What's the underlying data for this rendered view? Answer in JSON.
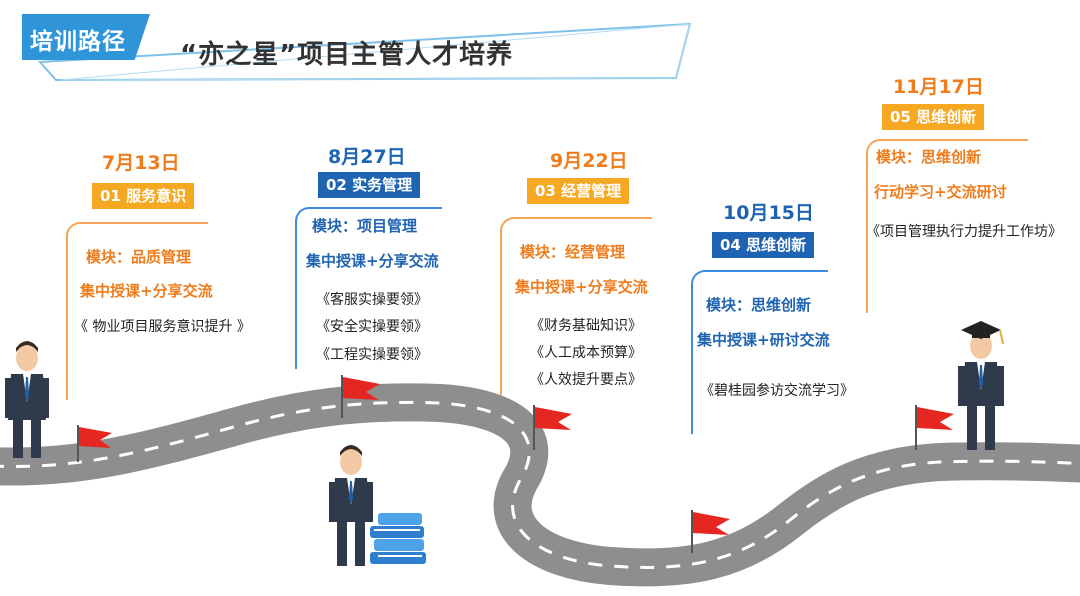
{
  "header": {
    "tag": "培训路径",
    "title": "“亦之星”项目主管人才培养"
  },
  "stages": [
    {
      "date": "7月13日",
      "badge": "01 服务意识",
      "lines": [
        "模块：品质管理",
        "集中授课+分享交流"
      ],
      "courses": [
        "《 物业项目服务意识提升 》"
      ]
    },
    {
      "date": "8月27日",
      "badge": "02 实务管理",
      "lines": [
        "模块：项目管理",
        "集中授课+分享交流"
      ],
      "courses": [
        "《客服实操要领》",
        "《安全实操要领》",
        "《工程实操要领》"
      ]
    },
    {
      "date": "9月22日",
      "badge": "03 经营管理",
      "lines": [
        "模块：经营管理",
        "集中授课+分享交流"
      ],
      "courses": [
        "《财务基础知识》",
        "《人工成本预算》",
        "《人效提升要点》"
      ]
    },
    {
      "date": "10月15日",
      "badge": "04 思维创新",
      "lines": [
        "模块：思维创新",
        "集中授课+研讨交流"
      ],
      "courses": [
        "《碧桂园参访交流学习》"
      ]
    },
    {
      "date": "11月17日",
      "badge": "05 思维创新",
      "lines": [
        "模块：思维创新",
        "行动学习+交流研讨"
      ],
      "courses": [
        "《项目管理执行力提升工作坊》"
      ]
    }
  ],
  "colors": {
    "orange": "#ef7d1e",
    "blue": "#1f64b2",
    "badge_orange": "#f7a823",
    "header_blue": "#2f95d8",
    "road": "#8a8a8a",
    "flag": "#e52621"
  }
}
